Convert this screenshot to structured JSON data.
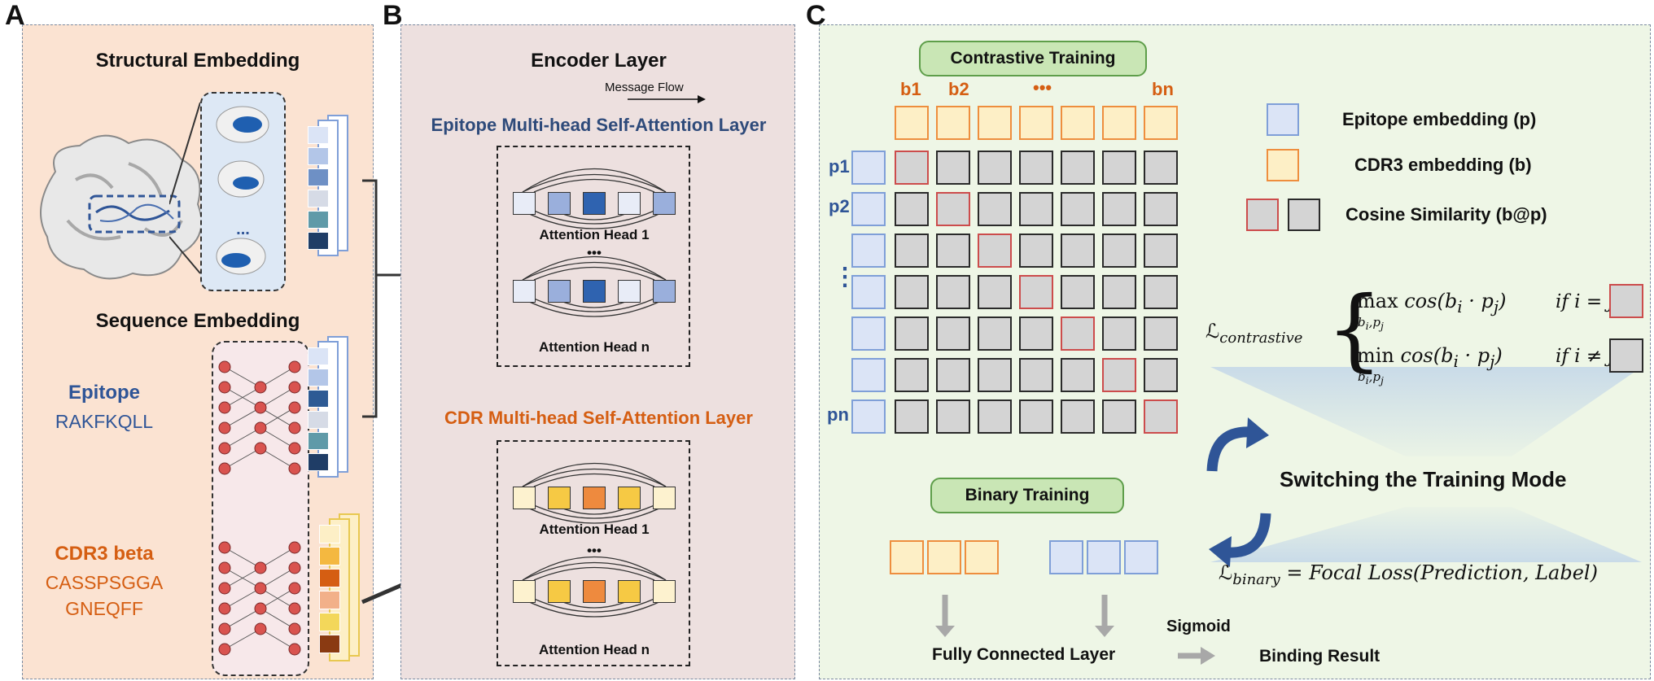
{
  "panels": {
    "a": "A",
    "b": "B",
    "c": "C"
  },
  "panel_a": {
    "structural_title": "Structural Embedding",
    "ellipsis": "...",
    "sequence_title": "Sequence Embedding",
    "epitope_label": "Epitope",
    "epitope_seq": "RAKFKQLL",
    "cdr3_label": "CDR3 beta",
    "cdr3_seq_line1": "CASSPSGGA",
    "cdr3_seq_line2": "GNEQFF"
  },
  "panel_b": {
    "title": "Encoder Layer",
    "message_flow": "Message Flow",
    "epitope_layer": "Epitope Multi-head Self-Attention Layer",
    "cdr_layer": "CDR Multi-head Self-Attention Layer",
    "head1": "Attention Head 1",
    "headn": "Attention Head n",
    "dots": "•••"
  },
  "panel_c": {
    "contrastive_training": "Contrastive Training",
    "col_labels": [
      "b1",
      "b2",
      "•••",
      "bn"
    ],
    "row_labels": [
      "p1",
      "p2",
      "⋮",
      "pn"
    ],
    "legend": {
      "epitope": "Epitope embedding (p)",
      "cdr3": "CDR3 embedding (b)",
      "cosine": "Cosine Similarity (b@p)"
    },
    "loss_contrastive_name": "contrastive",
    "loss_max_cond": "if i = j",
    "loss_min_cond": "if i ≠ j",
    "switching": "Switching the Training Mode",
    "binary_training": "Binary Training",
    "loss_binary_name": "binary",
    "loss_binary_expr": "= Focal Loss(Prediction, Label)",
    "fully_connected": "Fully Connected Layer",
    "sigmoid": "Sigmoid",
    "binding_result": "Binding Result"
  },
  "colors": {
    "epitope_fill": "#dbe4f6",
    "epitope_border": "#7f9fd8",
    "cdr_fill": "#fdefc6",
    "cdr_border": "#ee8e3e",
    "cell_fill": "#d4d4d4",
    "cell_border": "#2a2a2a",
    "diag_border": "#cc4c4c",
    "panel_a_bg": "#fbe3d2",
    "panel_b_bg": "#ede0df",
    "panel_c_bg": "#eef6e6",
    "epitope_text": "#2f5597",
    "cdr_text": "#d55e12"
  },
  "icons": [
    "protein-structure-icon",
    "neural-network-icon",
    "attention-graph-icon",
    "cycle-arrows-icon"
  ]
}
